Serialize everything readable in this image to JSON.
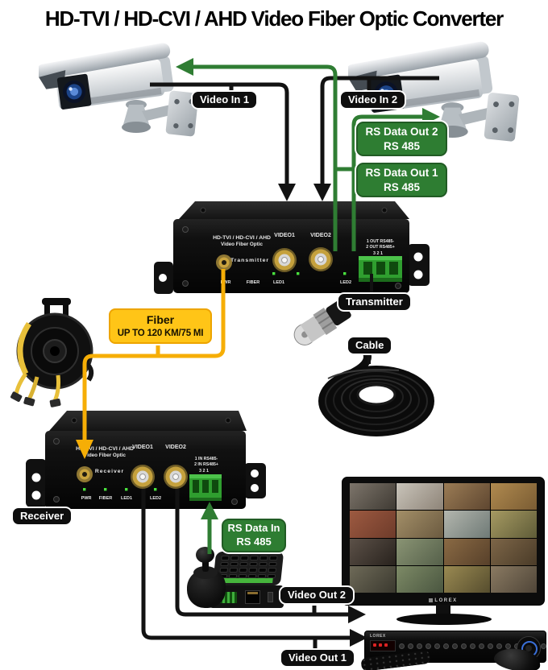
{
  "title": "HD-TVI / HD-CVI / AHD Video Fiber Optic Converter",
  "connection_labels": {
    "video_in_1": "Video In 1",
    "video_in_2": "Video In 2",
    "rs_data_out_2_l1": "RS Data Out 2",
    "rs_data_out_2_l2": "RS 485",
    "rs_data_out_1_l1": "RS Data Out 1",
    "rs_data_out_1_l2": "RS 485",
    "fiber_l1": "Fiber",
    "fiber_l2": "UP TO 120 KM/75 MI",
    "transmitter": "Transmitter",
    "cable": "Cable",
    "receiver": "Receiver",
    "rs_data_in_l1": "RS Data In",
    "rs_data_in_l2": "RS 485",
    "video_out_2": "Video Out 2",
    "video_out_1": "Video Out 1"
  },
  "transmitter_device": {
    "line1": "HD-TVI / HD-CVI / AHD",
    "line2": "Video Fiber Optic",
    "role": "Transmitter",
    "port1": "VIDEO1",
    "port2": "VIDEO2",
    "leds": [
      "PWR",
      "FIBER",
      "LED1",
      "LED2"
    ],
    "terminal_line1": "1 OUT RS485-",
    "terminal_line2": "2 OUT RS485+",
    "terminal_pins": "3  2  1"
  },
  "receiver_device": {
    "line1": "HD-TVI / HD-CVI / AHD",
    "line2": "Video Fiber Optic",
    "role": "Receiver",
    "port1": "VIDEO1",
    "port2": "VIDEO2",
    "leds": [
      "PWR",
      "FIBER",
      "LED1",
      "LED2"
    ],
    "terminal_line1": "1 IN RS485-",
    "terminal_line2": "2 IN RS485+",
    "terminal_pins": "3  2  1"
  },
  "monitor": {
    "brand": "LOREX",
    "cells": [
      [
        "#7d756b",
        "#3f3a33"
      ],
      [
        "#c9c4ba",
        "#8e8478"
      ],
      [
        "#9b7c55",
        "#5e4630"
      ],
      [
        "#b08a4f",
        "#7a5c33"
      ],
      [
        "#9d5a41",
        "#6e3b2a"
      ],
      [
        "#a38f68",
        "#6b5a40"
      ],
      [
        "#b3b6ae",
        "#6f7a76"
      ],
      [
        "#a69a62",
        "#5f5c38"
      ],
      [
        "#5c5148",
        "#28221d"
      ],
      [
        "#8a9474",
        "#55604a"
      ],
      [
        "#8a6a44",
        "#57402a"
      ],
      [
        "#7d6648",
        "#4a3b28"
      ],
      [
        "#6e6a58",
        "#3a382e"
      ],
      [
        "#7d8a66",
        "#4a5640"
      ],
      [
        "#9a8a52",
        "#564d2e"
      ],
      [
        "#8a7a62",
        "#4f4538"
      ]
    ]
  },
  "dvr": {
    "brand": "LOREX"
  },
  "colors": {
    "line_black": "#121212",
    "line_green": "#2f7d33",
    "line_yellow": "#f6ae06",
    "label_green_bg": "#2e7d32",
    "label_yellow_bg": "#ffc517"
  }
}
